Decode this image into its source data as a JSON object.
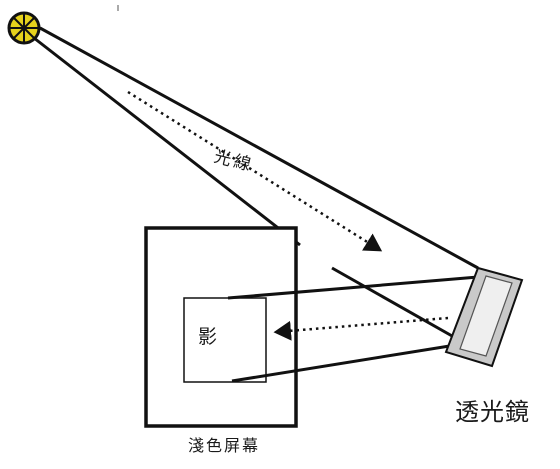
{
  "labels": {
    "light_rays": "光線",
    "shadow": "影",
    "lens": "透光鏡",
    "screen": "淺色屏幕"
  },
  "colors": {
    "line": "#111111",
    "sun_fill": "#e6d21c",
    "lens_fill": "#c9c9c9",
    "background": "#ffffff"
  },
  "icons": {
    "light_source": "sun-icon"
  }
}
